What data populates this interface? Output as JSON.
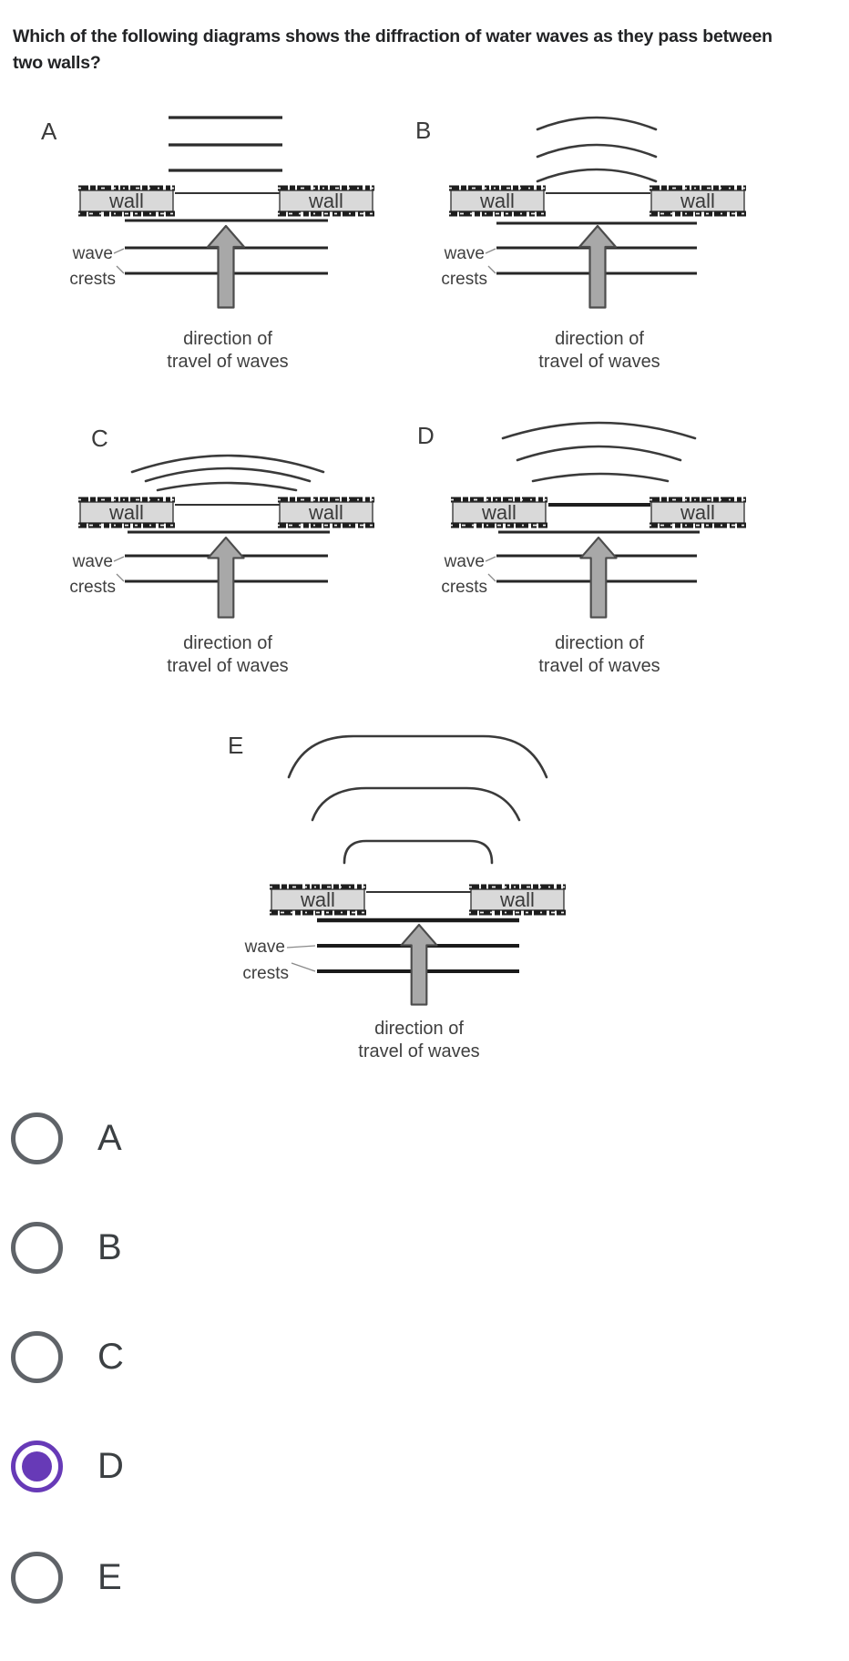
{
  "question": {
    "text": "Which of the following diagrams shows the diffraction of water waves as they pass between two walls?"
  },
  "diagram_common": {
    "wall_label": "wall",
    "wave_label": "wave",
    "crests_label": "crests",
    "caption_line1": "direction of",
    "caption_line2": "travel of waves"
  },
  "diagrams": [
    {
      "letter": "A"
    },
    {
      "letter": "B"
    },
    {
      "letter": "C"
    },
    {
      "letter": "D"
    },
    {
      "letter": "E"
    }
  ],
  "options": [
    {
      "label": "A",
      "selected": false
    },
    {
      "label": "B",
      "selected": false
    },
    {
      "label": "C",
      "selected": false
    },
    {
      "label": "D",
      "selected": true
    },
    {
      "label": "E",
      "selected": false
    }
  ],
  "colors": {
    "accent_selected": "#673ab7",
    "radio_unselected": "#5f6368",
    "figure_ink": "#2d2d2d",
    "wall_fill": "#d9d9d9",
    "arrow_fill": "#a8a8a8"
  }
}
